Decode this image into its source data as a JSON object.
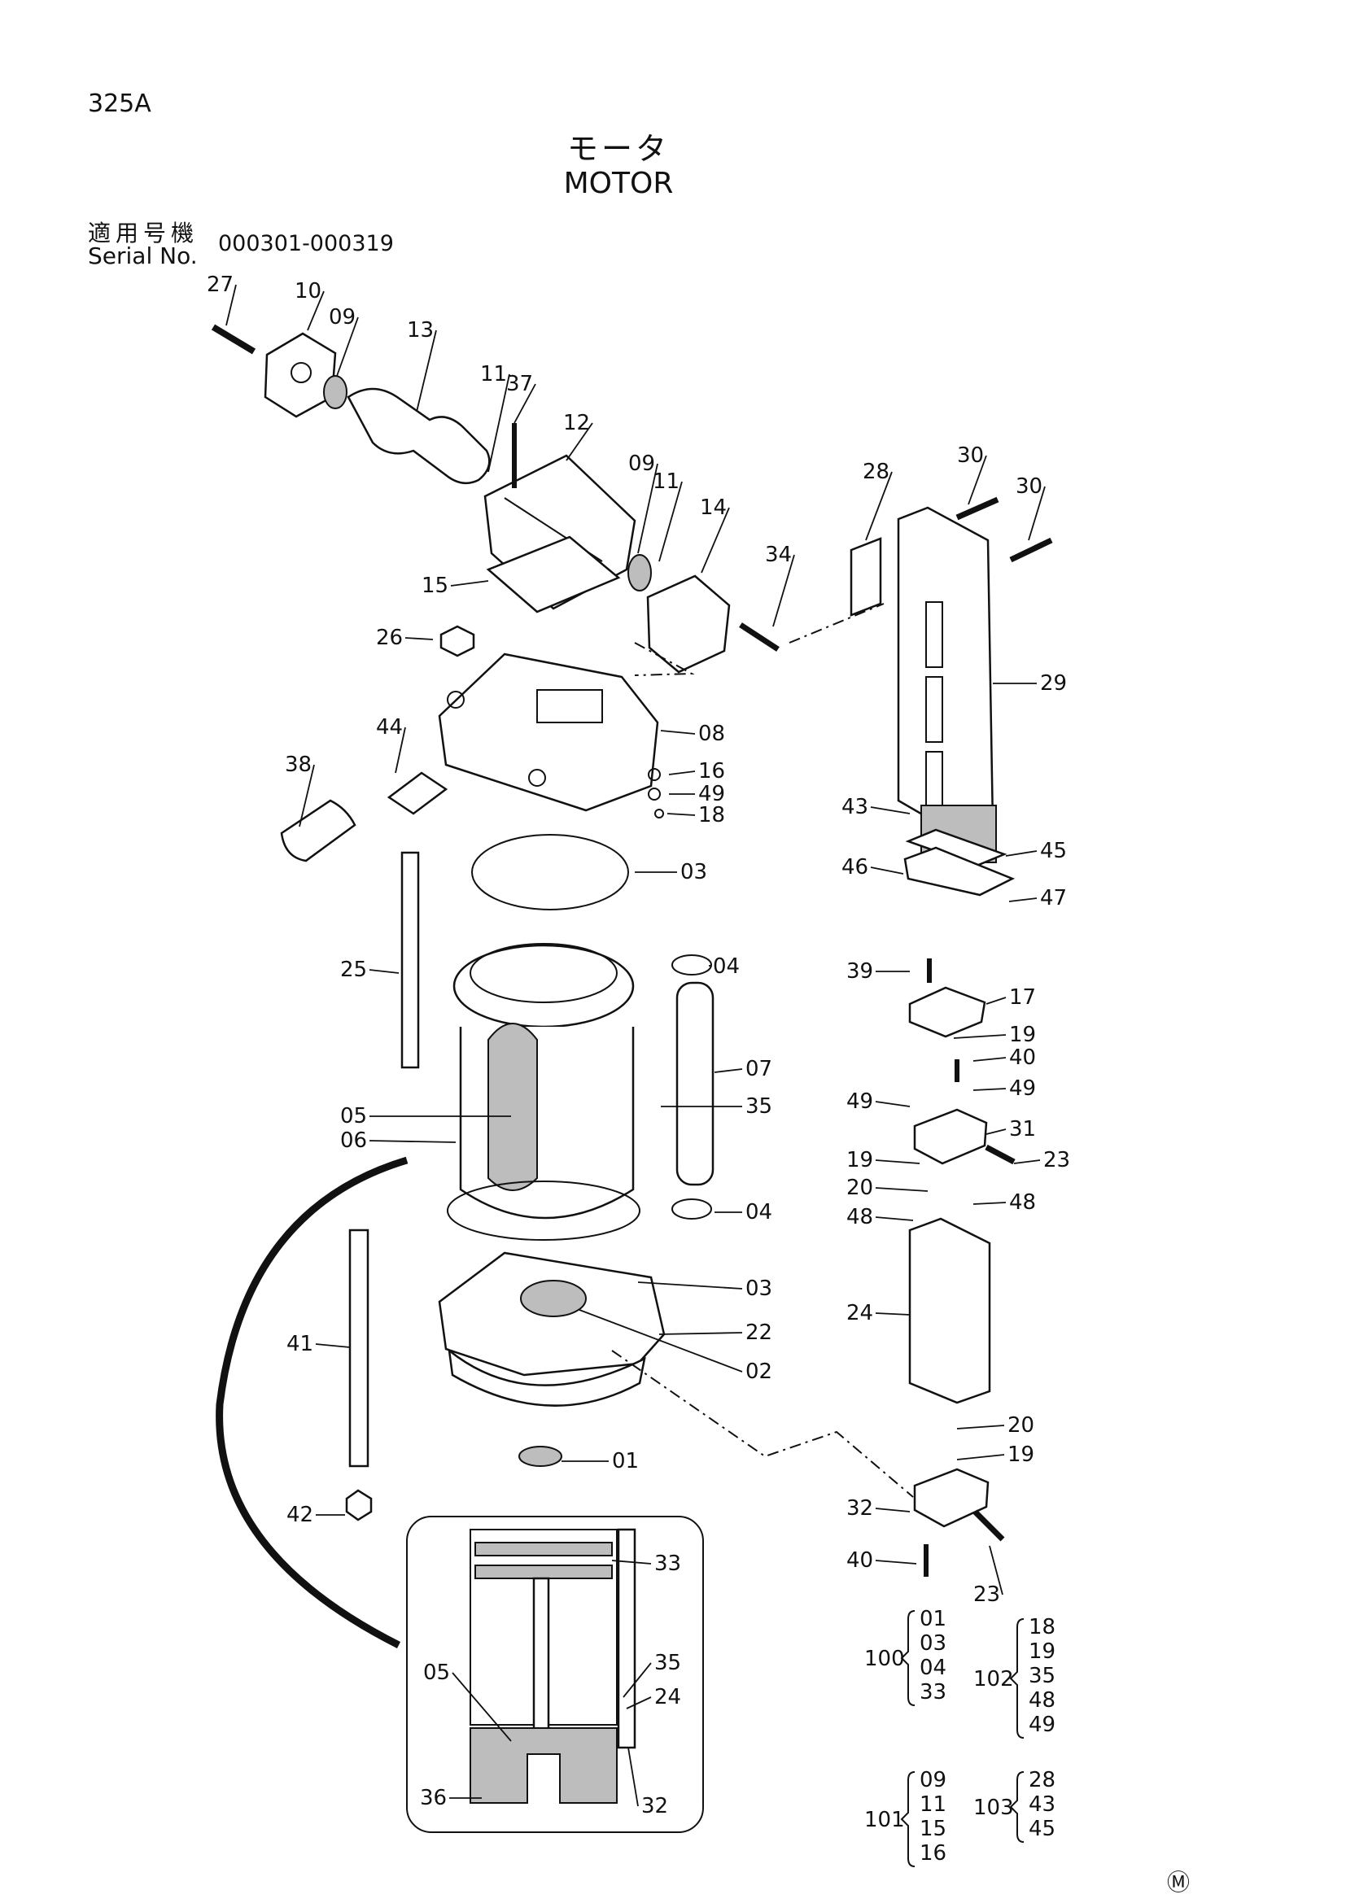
{
  "page_id": "325A",
  "title_ja": "モータ",
  "title_en": "MOTOR",
  "serial": {
    "label_ja": "適用号機",
    "label_en": "Serial No.",
    "value": "000301-000319"
  },
  "mark": "Ⓜ",
  "part_labels": [
    "27",
    "10",
    "09",
    "13",
    "11",
    "37",
    "12",
    "09",
    "11",
    "14",
    "34",
    "28",
    "30",
    "30",
    "15",
    "26",
    "08",
    "29",
    "44",
    "38",
    "16",
    "49",
    "18",
    "03",
    "43",
    "45",
    "46",
    "47",
    "25",
    "04",
    "39",
    "17",
    "07",
    "19",
    "40",
    "05",
    "35",
    "49",
    "49",
    "31",
    "06",
    "23",
    "19",
    "20",
    "48",
    "48",
    "04",
    "24",
    "03",
    "41",
    "22",
    "02",
    "20",
    "01",
    "19",
    "32",
    "42",
    "40",
    "23",
    "33",
    "05",
    "35",
    "24",
    "36",
    "32"
  ],
  "groups": [
    {
      "id": "100",
      "items": [
        "01",
        "03",
        "04",
        "33"
      ]
    },
    {
      "id": "101",
      "items": [
        "09",
        "11",
        "15",
        "16"
      ]
    },
    {
      "id": "102",
      "items": [
        "18",
        "19",
        "35",
        "48",
        "49"
      ]
    },
    {
      "id": "103",
      "items": [
        "28",
        "43",
        "45"
      ]
    }
  ]
}
